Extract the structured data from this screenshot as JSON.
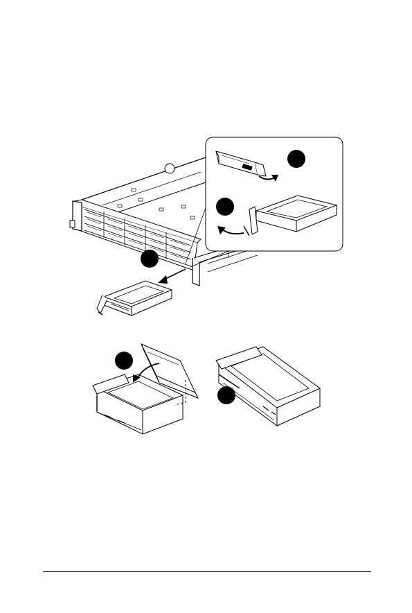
{
  "page": {
    "background": "#ffffff",
    "line_color": "#000000",
    "step_marker_color": "#000000"
  },
  "steps": [
    {
      "label": "",
      "icon": "step-marker"
    },
    {
      "label": "",
      "icon": "step-marker"
    },
    {
      "label": "",
      "icon": "step-marker"
    },
    {
      "label": "",
      "icon": "step-marker"
    },
    {
      "label": "",
      "icon": "step-marker"
    }
  ]
}
